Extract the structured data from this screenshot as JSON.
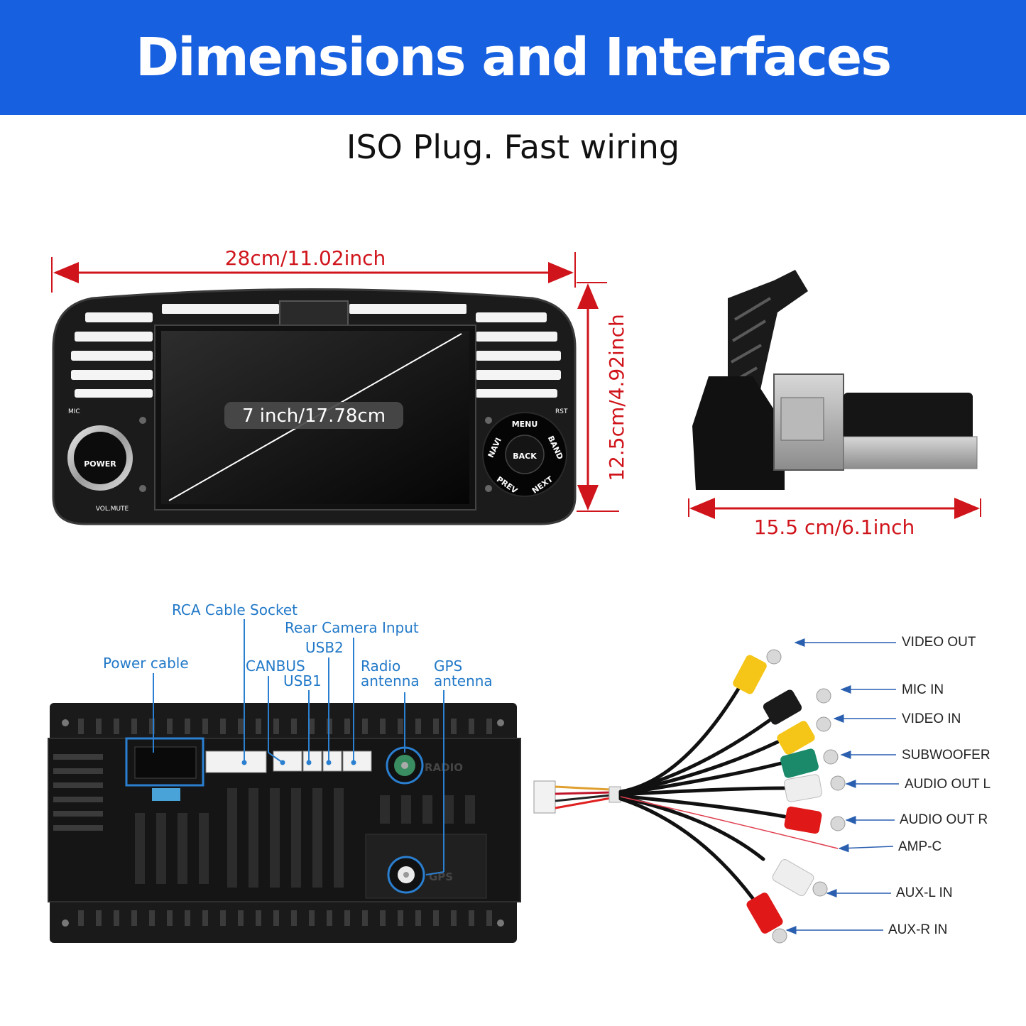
{
  "header": {
    "title": "Dimensions and Interfaces",
    "subtitle": "ISO Plug. Fast wiring"
  },
  "dimensions": {
    "width": "28cm/11.02inch",
    "height": "12.5cm/4.92inch",
    "screen": "7 inch/17.78cm",
    "depth": "15.5 cm/6.1inch"
  },
  "front_panel": {
    "mic": "MIC",
    "rst": "RST",
    "power": "POWER",
    "vol_mute": "VOL.MUTE",
    "menu": "MENU",
    "navi": "NAVI",
    "band": "BAND",
    "back": "BACK",
    "prev": "PREV",
    "next": "NEXT"
  },
  "rear_ports": {
    "rca_socket": "RCA Cable Socket",
    "rear_camera": "Rear Camera Input",
    "usb2": "USB2",
    "power_cable": "Power cable",
    "canbus": "CANBUS",
    "usb1": "USB1",
    "radio_antenna_1": "Radio",
    "radio_antenna_2": "antenna",
    "gps_antenna_1": "GPS",
    "gps_antenna_2": "antenna",
    "radio_mark": "RADIO",
    "gps_mark": "GPS"
  },
  "rca_cable": {
    "labels": [
      "VIDEO OUT",
      "MIC IN",
      "VIDEO IN",
      "SUBWOOFER",
      "AUDIO OUT L",
      "AUDIO OUT R",
      "AMP-C",
      "AUX-L IN",
      "AUX-R IN"
    ]
  },
  "colors": {
    "banner": "#1760e0",
    "dimension_lines": "#d0141b",
    "port_labels": "#2279c8"
  }
}
